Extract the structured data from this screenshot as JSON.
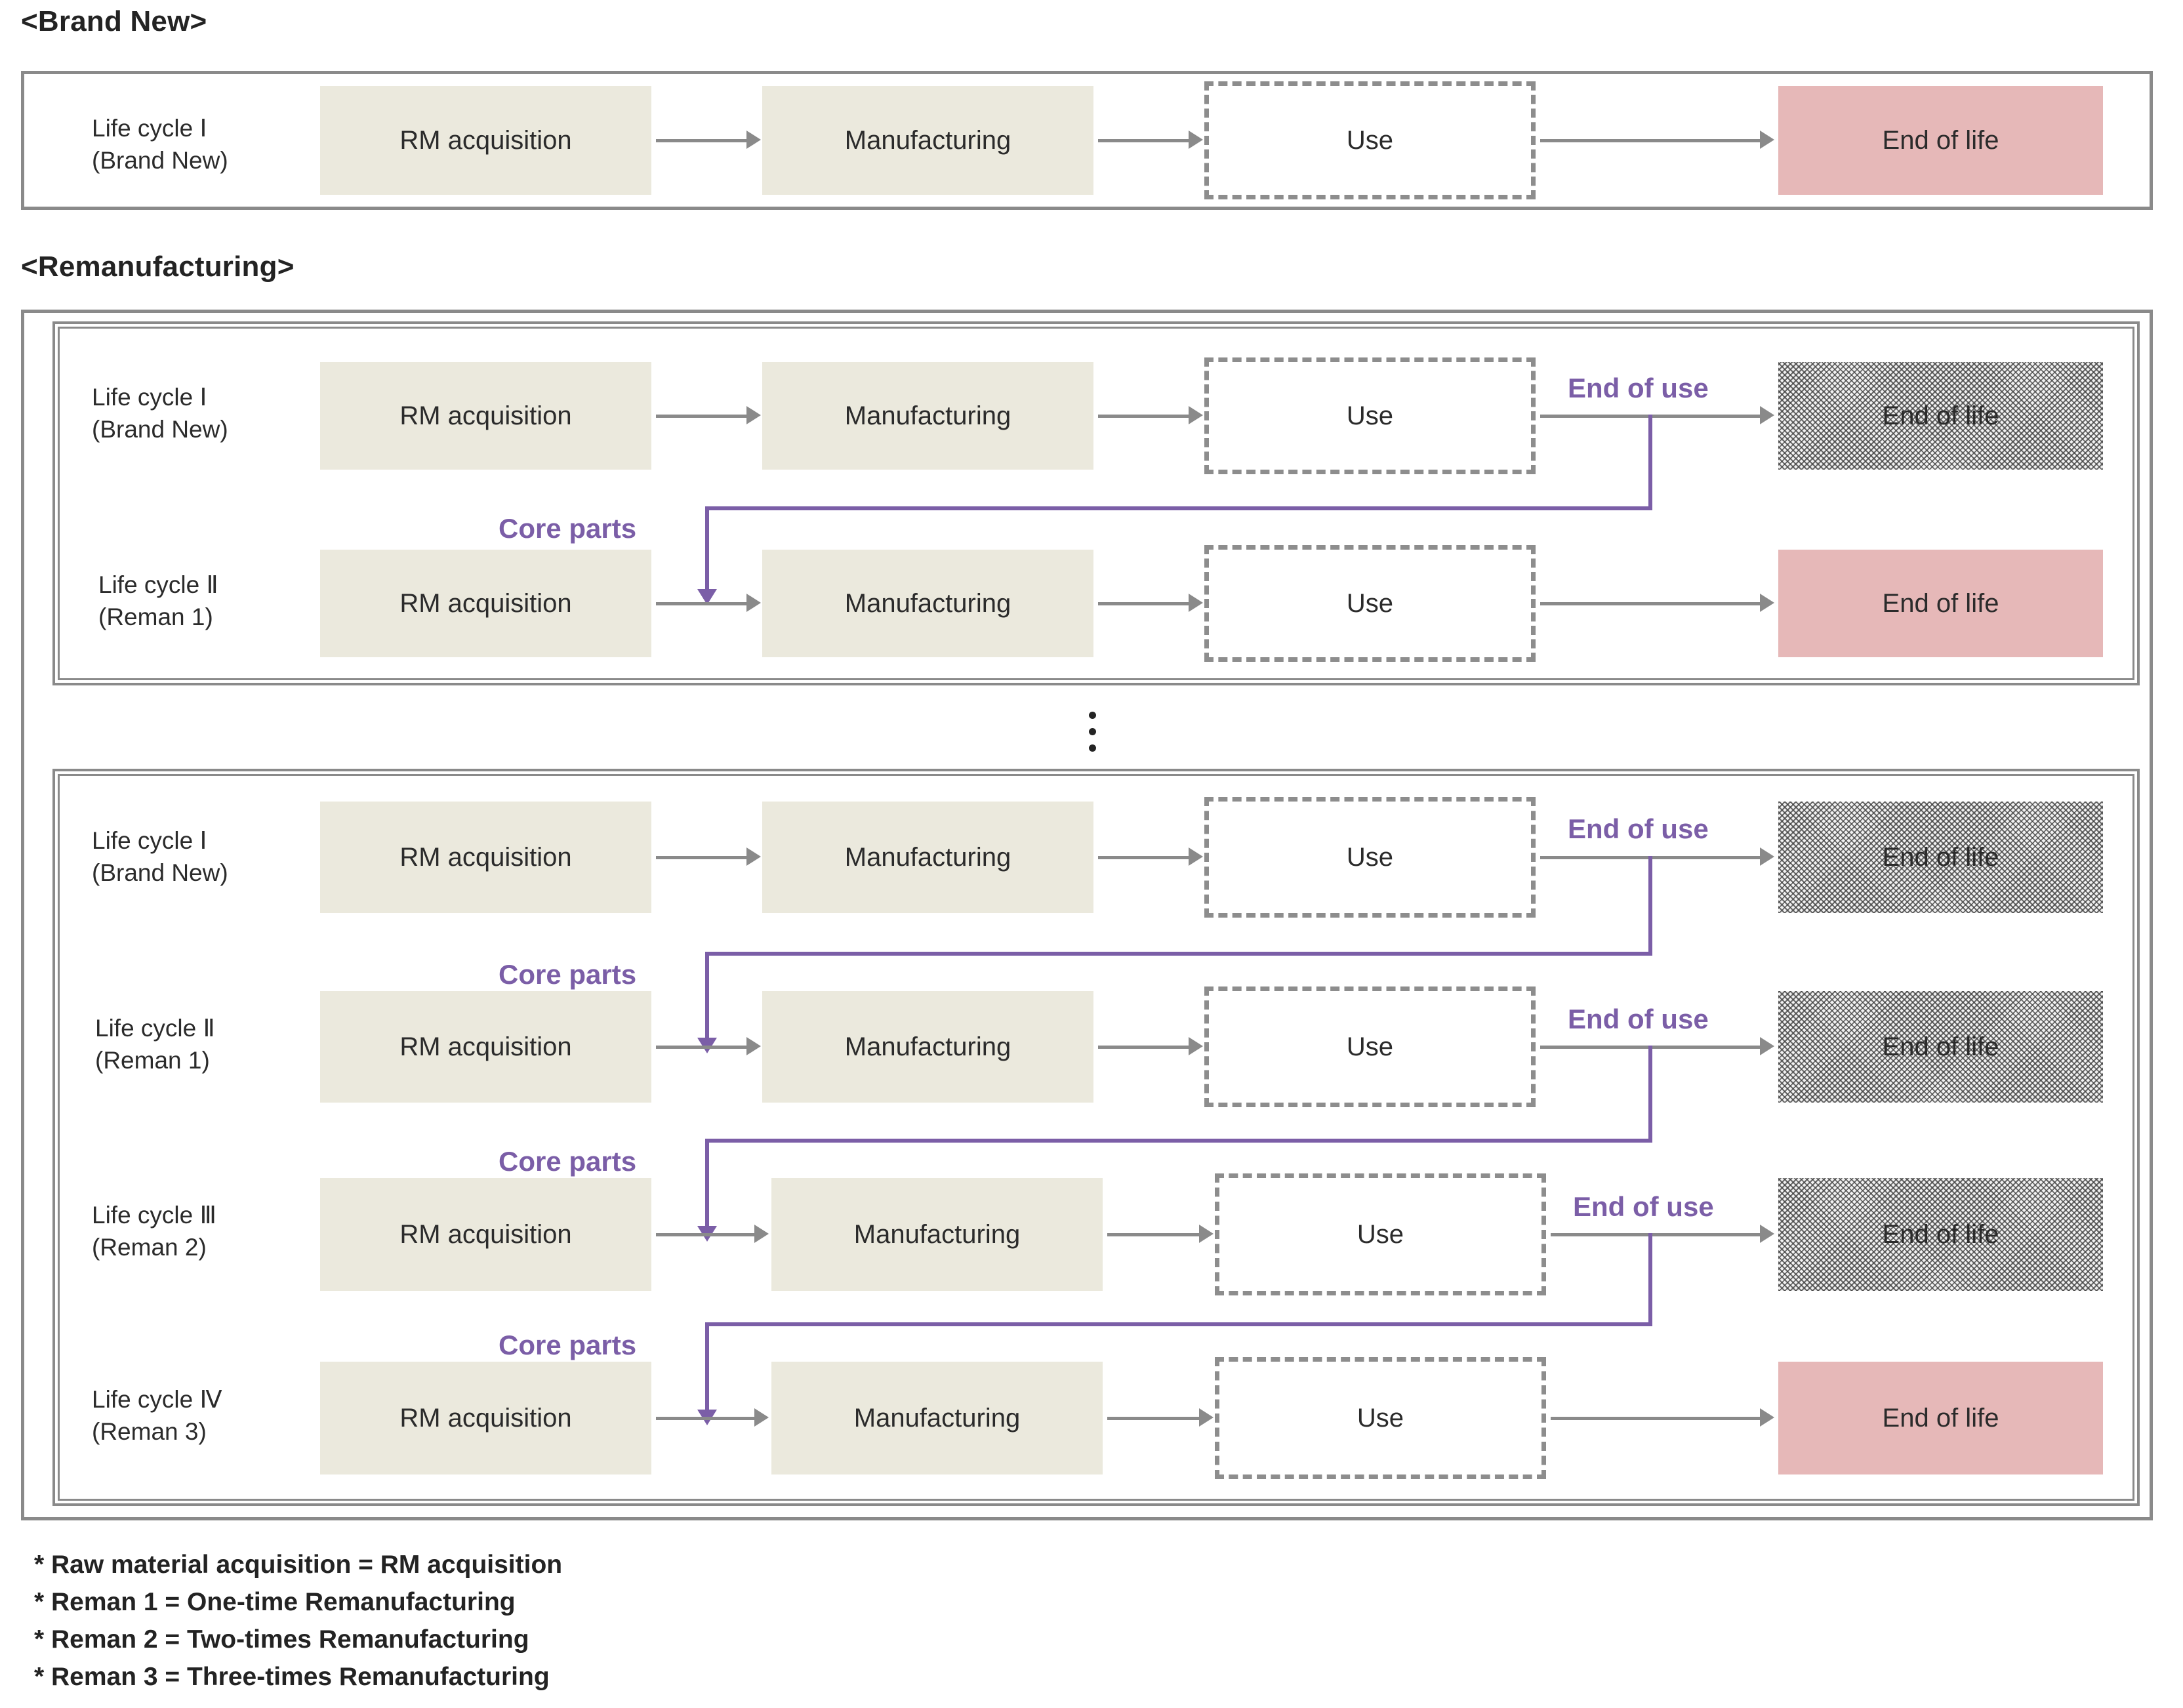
{
  "sections": {
    "brand_new": {
      "caption": "<Brand New>",
      "rows": [
        {
          "label_line1": "Life cycle Ⅰ",
          "label_line2": "(Brand New)",
          "stages": [
            "RM acquisition",
            "Manufacturing",
            "Use",
            "End of life"
          ],
          "eol_style": "pink"
        }
      ]
    },
    "remanufacturing": {
      "caption": "<Remanufacturing>",
      "group_a": {
        "rows": [
          {
            "label_line1": "Life cycle Ⅰ",
            "label_line2": "(Brand New)",
            "stages": [
              "RM acquisition",
              "Manufacturing",
              "Use",
              "End of life"
            ],
            "eol_style": "hatch",
            "end_of_use_label": "End of use"
          },
          {
            "label_line1": "Life cycle Ⅱ",
            "label_line2": "(Reman 1)",
            "stages": [
              "RM acquisition",
              "Manufacturing",
              "Use",
              "End of life"
            ],
            "eol_style": "pink",
            "core_parts_label": "Core parts"
          }
        ]
      },
      "ellipsis": "⋮",
      "group_b": {
        "rows": [
          {
            "label_line1": "Life cycle Ⅰ",
            "label_line2": "(Brand New)",
            "stages": [
              "RM acquisition",
              "Manufacturing",
              "Use",
              "End of life"
            ],
            "eol_style": "hatch",
            "end_of_use_label": "End of use"
          },
          {
            "label_line1": "Life cycle Ⅱ",
            "label_line2": "(Reman 1)",
            "stages": [
              "RM acquisition",
              "Manufacturing",
              "Use",
              "End of life"
            ],
            "eol_style": "hatch",
            "end_of_use_label": "End of use",
            "core_parts_label": "Core parts"
          },
          {
            "label_line1": "Life cycle Ⅲ",
            "label_line2": "(Reman 2)",
            "stages": [
              "RM acquisition",
              "Manufacturing",
              "Use",
              "End of life"
            ],
            "eol_style": "hatch",
            "end_of_use_label": "End of use",
            "core_parts_label": "Core parts"
          },
          {
            "label_line1": "Life cycle Ⅳ",
            "label_line2": "(Reman 3)",
            "stages": [
              "RM acquisition",
              "Manufacturing",
              "Use",
              "End of life"
            ],
            "eol_style": "pink",
            "core_parts_label": "Core parts"
          }
        ]
      }
    }
  },
  "footnotes": [
    "* Raw material acquisition = RM acquisition",
    "* Reman 1 = One-time Remanufacturing",
    "* Reman 2 = Two-times Remanufacturing",
    "* Reman 3 = Three-times Remanufacturing"
  ],
  "colors": {
    "stage_fill": "#ebe9dd",
    "eol_pink": "#e6b8b8",
    "accent_purple": "#7b5ea7",
    "line_gray": "#8a8a8a",
    "text": "#2b2b2b"
  }
}
